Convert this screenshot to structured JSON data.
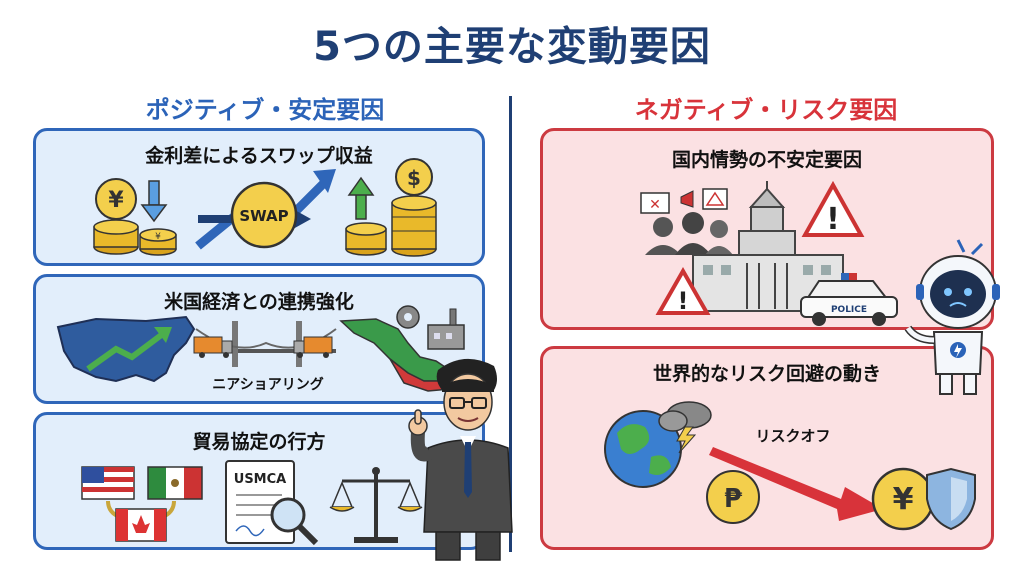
{
  "title": "5つの主要な変動要因",
  "positive": {
    "heading": "ポジティブ・安定要因",
    "cards": [
      {
        "title": "金利差によるスワップ収益",
        "swap_label": "SWAP"
      },
      {
        "title": "米国経済との連携強化",
        "nearshoring_label": "ニアショアリング"
      },
      {
        "title": "貿易協定の行方",
        "usmca_label": "USMCA"
      }
    ]
  },
  "negative": {
    "heading": "ネガティブ・リスク要因",
    "cards": [
      {
        "title": "国内情勢の不安定要因",
        "police_label": "POLICE"
      },
      {
        "title": "世界的なリスク回避の動き",
        "riskoff_label": "リスクオフ"
      }
    ]
  },
  "colors": {
    "navy": "#1f3f74",
    "blue": "#2f66b9",
    "red": "#cc3a41",
    "gold": "#e9b92a"
  },
  "icons": [
    "yen-coin-icon",
    "down-arrow-icon",
    "swap-coin-icon",
    "up-trend-arrow-icon",
    "dollar-coin-icon",
    "usa-map-icon",
    "truck-icon",
    "bridge-icon",
    "mexico-map-icon",
    "gear-icon",
    "factory-icon",
    "us-flag-icon",
    "mexico-flag-icon",
    "canada-flag-icon",
    "document-icon",
    "magnifier-icon",
    "scales-icon",
    "protest-icon",
    "parliament-icon",
    "warning-icon",
    "police-car-icon",
    "robot-mascot-icon",
    "globe-icon",
    "storm-cloud-icon",
    "peso-coin-icon",
    "shield-icon",
    "businessman-icon"
  ]
}
